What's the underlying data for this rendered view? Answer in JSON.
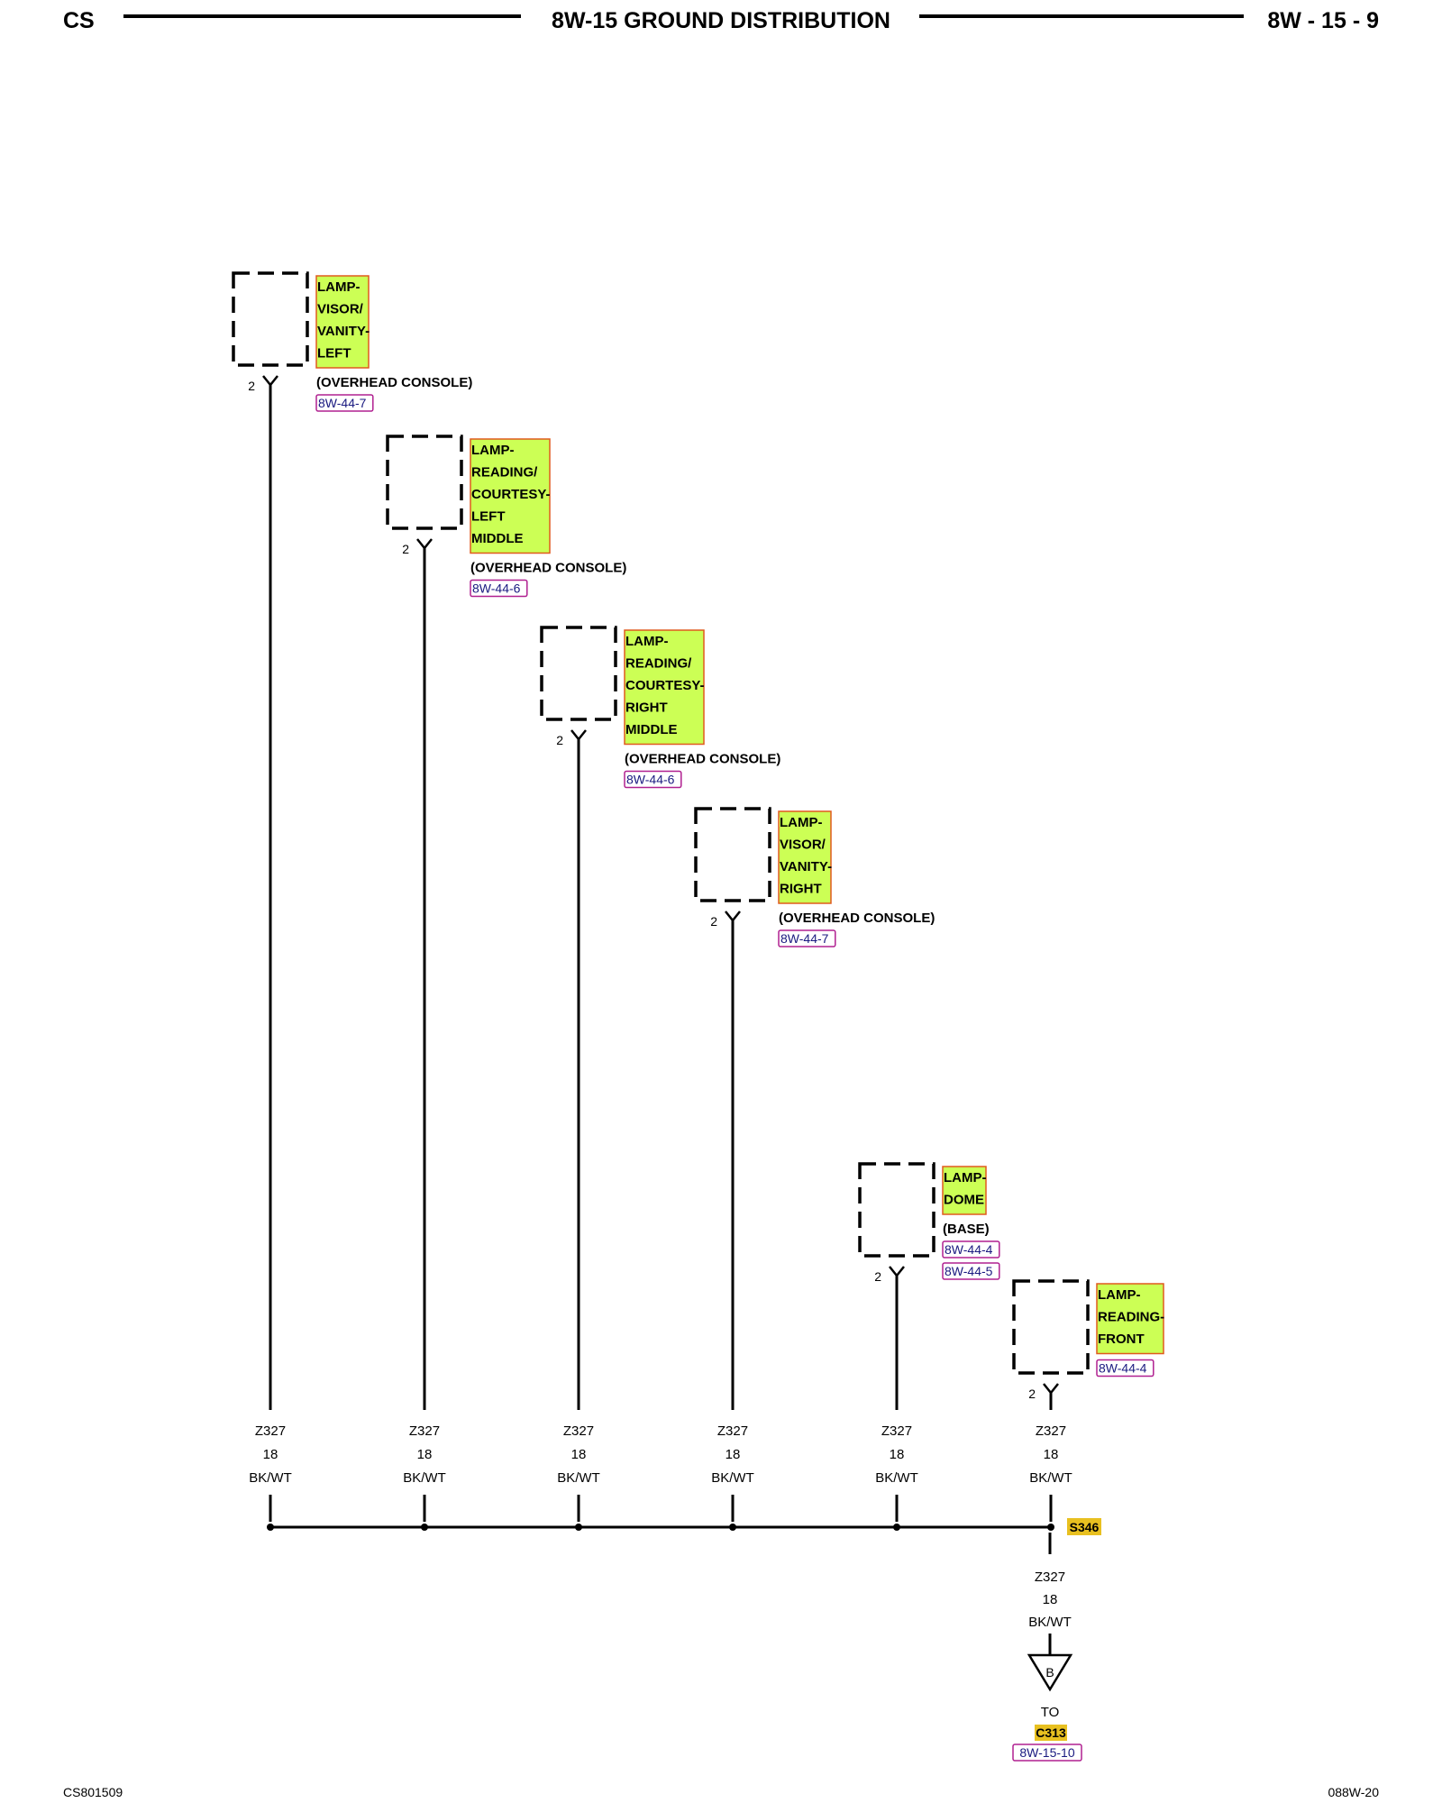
{
  "header": {
    "left": "CS",
    "title": "8W-15 GROUND DISTRIBUTION",
    "page": "8W - 15 - 9"
  },
  "footer": {
    "left": "CS801509",
    "right": "088W-20"
  },
  "colors": {
    "component_fill": "#ccff55",
    "component_border": "#e05a1e",
    "ref_border": "#b02090",
    "splice_fill": "#e8c020"
  },
  "components": [
    {
      "label_lines": [
        "LAMP-",
        "VISOR/",
        "VANITY-",
        "LEFT"
      ],
      "location": "(OVERHEAD CONSOLE)",
      "refs": [
        "8W-44-7"
      ],
      "pin": "2",
      "wire": {
        "circuit": "Z327",
        "gauge": "18",
        "color": "BK/WT"
      }
    },
    {
      "label_lines": [
        "LAMP-",
        "READING/",
        "COURTESY-",
        "LEFT",
        "MIDDLE"
      ],
      "location": "(OVERHEAD CONSOLE)",
      "refs": [
        "8W-44-6"
      ],
      "pin": "2",
      "wire": {
        "circuit": "Z327",
        "gauge": "18",
        "color": "BK/WT"
      }
    },
    {
      "label_lines": [
        "LAMP-",
        "READING/",
        "COURTESY-",
        "RIGHT",
        "MIDDLE"
      ],
      "location": "(OVERHEAD CONSOLE)",
      "refs": [
        "8W-44-6"
      ],
      "pin": "2",
      "wire": {
        "circuit": "Z327",
        "gauge": "18",
        "color": "BK/WT"
      }
    },
    {
      "label_lines": [
        "LAMP-",
        "VISOR/",
        "VANITY-",
        "RIGHT"
      ],
      "location": "(OVERHEAD CONSOLE)",
      "refs": [
        "8W-44-7"
      ],
      "pin": "2",
      "wire": {
        "circuit": "Z327",
        "gauge": "18",
        "color": "BK/WT"
      }
    },
    {
      "label_lines": [
        "LAMP-",
        "DOME"
      ],
      "location": "(BASE)",
      "refs": [
        "8W-44-4",
        "8W-44-5"
      ],
      "pin": "2",
      "wire": {
        "circuit": "Z327",
        "gauge": "18",
        "color": "BK/WT"
      }
    },
    {
      "label_lines": [
        "LAMP-",
        "READING-",
        "FRONT"
      ],
      "location": "",
      "refs": [
        "8W-44-4"
      ],
      "pin": "2",
      "wire": {
        "circuit": "Z327",
        "gauge": "18",
        "color": "BK/WT"
      }
    }
  ],
  "splice": {
    "name": "S346",
    "out_wire": {
      "circuit": "Z327",
      "gauge": "18",
      "color": "BK/WT"
    }
  },
  "connector": {
    "letter": "B",
    "to_text": "TO",
    "name": "C313",
    "ref": "8W-15-10"
  }
}
